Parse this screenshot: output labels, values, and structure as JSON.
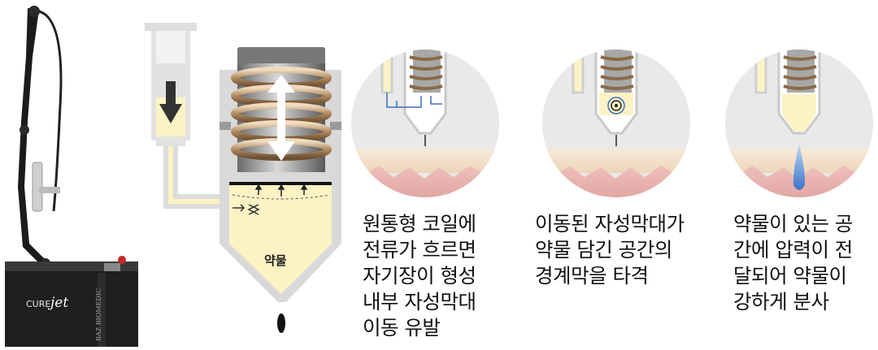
{
  "device": {
    "brand_text": "CURE",
    "brand_accent": "jet",
    "maker_text": "BAZ BIOMEDIC"
  },
  "main_diagram": {
    "drug_label": "약물"
  },
  "steps": [
    {
      "lines": [
        "원통형 코일에",
        "전류가 흐르면",
        "자기장이 형성",
        "내부 자성막대",
        "이동 유발"
      ]
    },
    {
      "lines": [
        "이동된 자성막대가",
        "약물 담긴 공간의",
        "경계막을 타격"
      ]
    },
    {
      "lines": [
        "약물이 있는 공",
        "간에 압력이 전",
        "달되어 약물이",
        "강하게 분사"
      ]
    }
  ],
  "colors": {
    "drug_fill": "#fbf3c4",
    "tube_gray": "#dcdcdc",
    "coil_brown": "#8a6a48",
    "skin_top": "#f3e4cf",
    "skin_pink": "#eab4b4",
    "jet_blue": "#5a8fd6"
  }
}
